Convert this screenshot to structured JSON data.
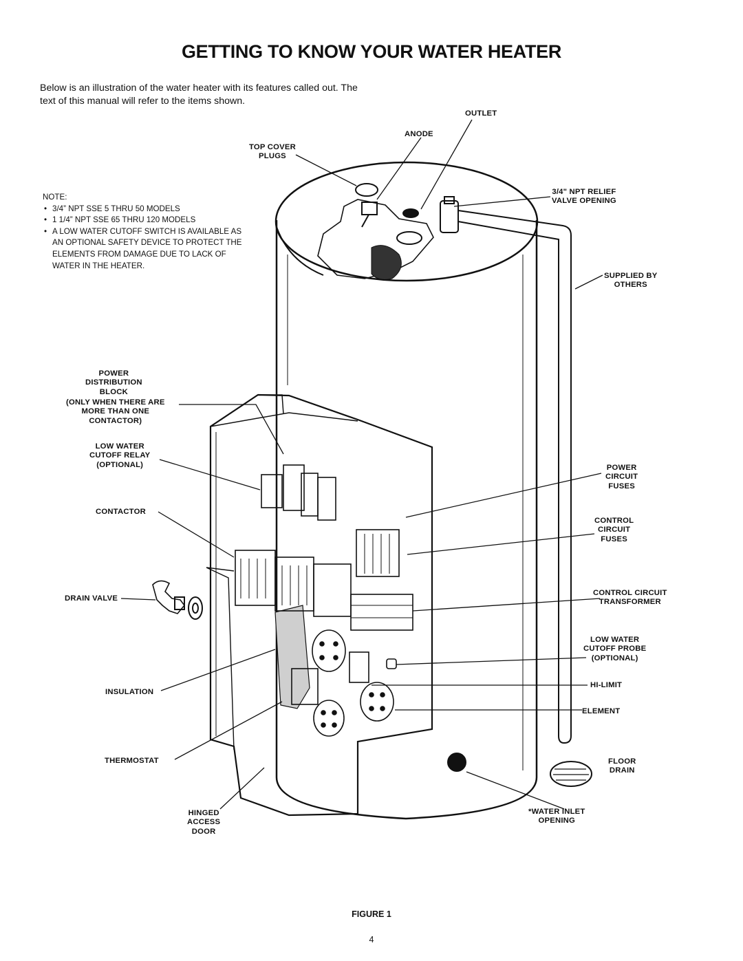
{
  "page": {
    "title": "GETTING TO KNOW YOUR WATER HEATER",
    "intro": "Below is an illustration of the water heater with its features called out.  The text of this manual will refer to the items shown.",
    "figure_caption": "FIGURE 1",
    "page_number": "4"
  },
  "note": {
    "heading": "NOTE:",
    "items": [
      "3/4” NPT SSE 5 THRU 50 MODELS",
      "1 1/4” NPT SSE 65 THRU 120 MODELS",
      "A LOW WATER CUTOFF SWITCH IS AVAILABLE AS AN OPTIONAL SAFETY DEVICE TO PROTECT THE ELEMENTS FROM DAMAGE DUE TO LACK OF WATER IN THE HEATER."
    ]
  },
  "labels": {
    "outlet": "OUTLET",
    "anode": "ANODE",
    "top_cover_plugs": [
      "TOP COVER",
      "PLUGS"
    ],
    "relief_valve": [
      "3/4\" NPT RELIEF",
      "VALVE OPENING"
    ],
    "supplied_by_others": [
      "SUPPLIED BY",
      "OTHERS"
    ],
    "power_distribution_block": [
      "POWER",
      "DISTRIBUTION",
      "BLOCK"
    ],
    "only_when": [
      "(ONLY WHEN THERE ARE",
      "MORE THAN ONE",
      "CONTACTOR)"
    ],
    "low_water_cutoff_relay": [
      "LOW WATER",
      "CUTOFF RELAY",
      "(OPTIONAL)"
    ],
    "contactor": "CONTACTOR",
    "drain_valve": "DRAIN VALVE",
    "insulation": "INSULATION",
    "thermostat": "THERMOSTAT",
    "hinged_access_door": [
      "HINGED",
      "ACCESS",
      "DOOR"
    ],
    "power_circuit_fuses": [
      "POWER",
      "CIRCUIT",
      "FUSES"
    ],
    "control_circuit_fuses": [
      "CONTROL",
      "CIRCUIT",
      "FUSES"
    ],
    "control_circuit_transformer": [
      "CONTROL CIRCUIT",
      "TRANSFORMER"
    ],
    "low_water_cutoff_probe": [
      "LOW WATER",
      "CUTOFF PROBE",
      "(OPTIONAL)"
    ],
    "hi_limit": "HI-LIMIT",
    "element": "ELEMENT",
    "floor_drain": [
      "FLOOR",
      "DRAIN"
    ],
    "water_inlet": [
      "*WATER INLET",
      "OPENING"
    ]
  }
}
